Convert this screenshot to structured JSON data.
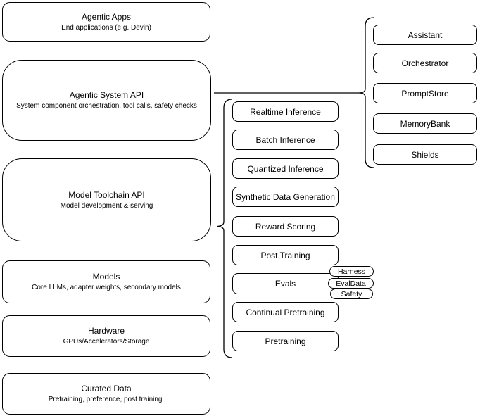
{
  "diagram": {
    "left_stack": [
      {
        "title": "Agentic Apps",
        "subtitle": "End applications (e.g. Devin)"
      },
      {
        "title": "Agentic System API",
        "subtitle": "System component orchestration, tool calls, safety checks"
      },
      {
        "title": "Model Toolchain API",
        "subtitle": "Model development & serving"
      },
      {
        "title": "Models",
        "subtitle": "Core LLMs, adapter weights, secondary models"
      },
      {
        "title": "Hardware",
        "subtitle": "GPUs/Accelerators/Storage"
      },
      {
        "title": "Curated Data",
        "subtitle": "Pretraining, preference, post training."
      }
    ],
    "toolchain_components": [
      "Realtime Inference",
      "Batch Inference",
      "Quantized Inference",
      "Synthetic Data Generation",
      "Reward Scoring",
      "Post Training",
      "Evals",
      "Continual Pretraining",
      "Pretraining"
    ],
    "evals_tags": [
      "Harness",
      "EvalData",
      "Safety"
    ],
    "system_components": [
      "Assistant",
      "Orchestrator",
      "PromptStore",
      "MemoryBank",
      "Shields"
    ],
    "colors": {
      "stroke": "#000000",
      "background": "#ffffff",
      "text": "#000000"
    }
  }
}
